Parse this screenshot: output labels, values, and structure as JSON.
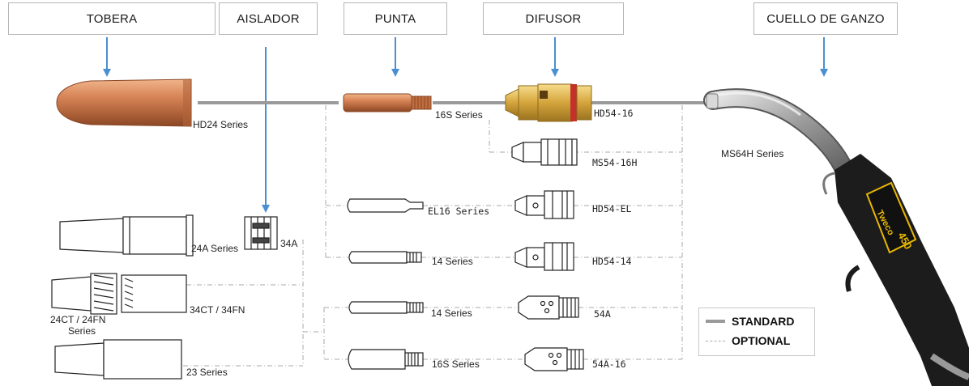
{
  "headers": {
    "tobera": "TOBERA",
    "aislador": "AISLADOR",
    "punta": "PUNTA",
    "difusor": "DIFUSOR",
    "cuello": "CUELLO DE GANZO"
  },
  "labels": {
    "hd24": "HD24 Series",
    "s16_top": "16S Series",
    "hd54_16": "HD54-16",
    "ms54_16h": "MS54-16H",
    "ms64h": "MS64H Series",
    "el16": "EL16 Series",
    "hd54_el": "HD54-EL",
    "a24": "24A Series",
    "a34": "34A",
    "s14_a": "14 Series",
    "hd54_14": "HD54-14",
    "ct34": "34CT / 34FN",
    "ct24_line1": "24CT / 24FN",
    "ct24_line2": "Series",
    "s14_b": "14 Series",
    "a54": "54A",
    "s23": "23 Series",
    "s16_bottom": "16S Series",
    "a54_16": "54A-16",
    "brand": "Tweco",
    "model": "450"
  },
  "legend": {
    "standard": "STANDARD",
    "optional": "OPTIONAL"
  },
  "colors": {
    "copper": "#c77a4a",
    "brass": "#d4a43c",
    "standard_line": "#9a9a9a",
    "optional_line": "#a8a8a8",
    "arrow": "#4a8fd0",
    "gun_body": "#1c1c1c",
    "gun_yellow": "#e8b800"
  }
}
